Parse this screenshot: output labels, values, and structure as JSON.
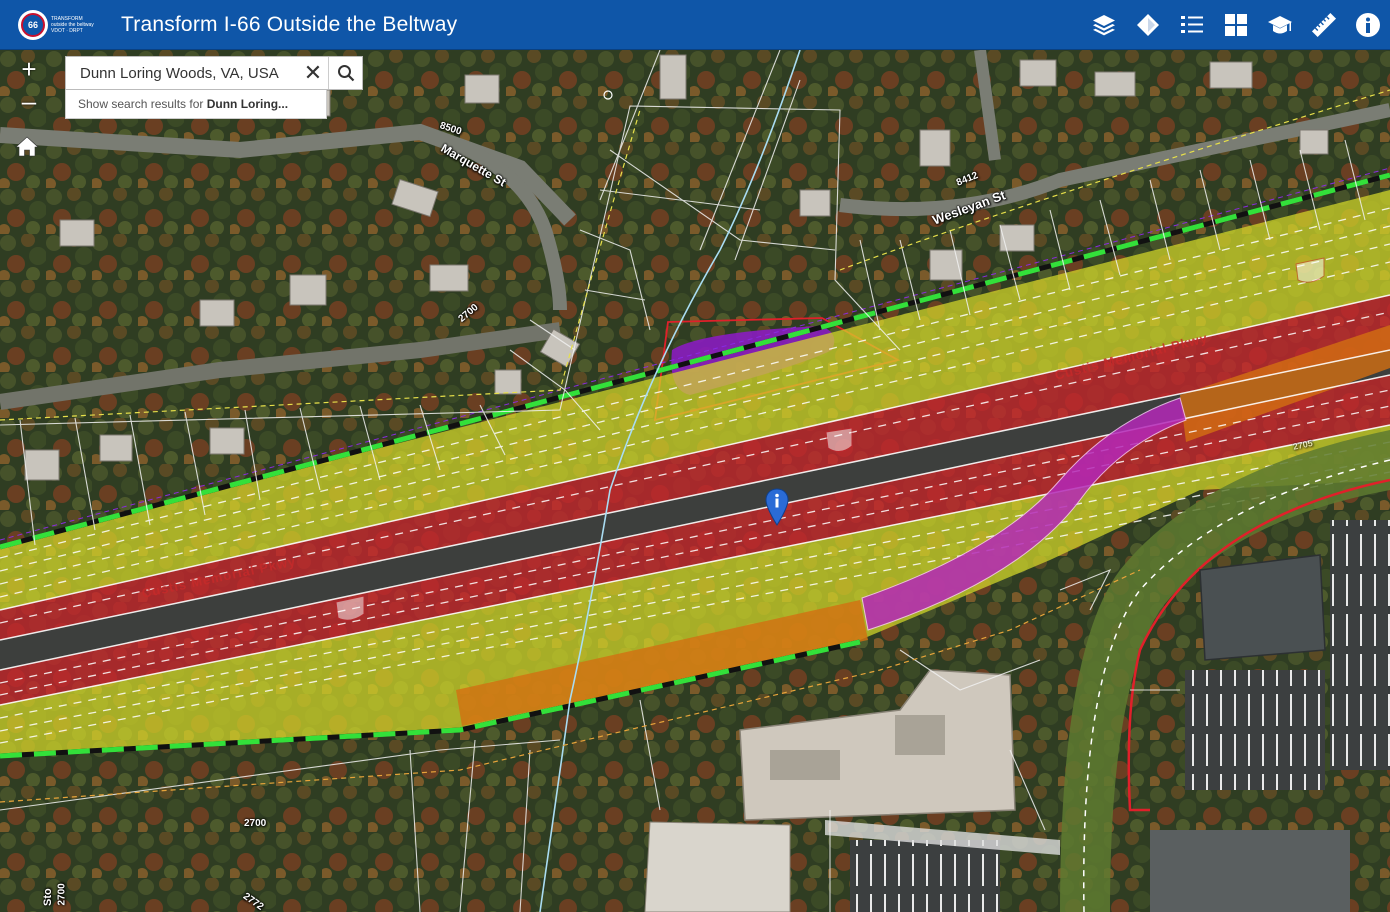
{
  "header": {
    "logo": {
      "shield_number": "66",
      "line1": "TRANSFORM",
      "line2": "outside the beltway",
      "line3": "VDOT · DRPT"
    },
    "title": "Transform I-66 Outside the Beltway",
    "tools": [
      "layers-icon",
      "basemap-icon",
      "legend-icon",
      "gallery-icon",
      "education-icon",
      "measure-icon",
      "info-icon"
    ]
  },
  "map": {
    "controls": {
      "zoom_in": "+",
      "zoom_out": "–"
    },
    "search": {
      "value": "Dunn Loring Woods, VA, USA",
      "clear": "✕",
      "suggestion_prefix": "Show search results for ",
      "suggestion_term": "Dunn Loring..."
    },
    "street_labels": {
      "marquette_number": "8500",
      "marquette": "Marquette St",
      "wesleyan_number": "8412",
      "wesleyan": "Wesleyan St",
      "n2700a": "2700",
      "n2700b": "2700",
      "n2700c": "2700",
      "n2772": "2772",
      "stone": "Sto",
      "n2705": "2705"
    },
    "road_labels": {
      "cutsix_lower": "Custis Memorial Pkwy",
      "cutsix_upper": "Custis Memorial Pkwy"
    },
    "colors": {
      "header": "#0f56a8",
      "managed_lanes": "#d6d92a",
      "general_lanes": "#c8242e",
      "ramp": "#b428b8",
      "construction": "#d36f12",
      "bike_trail": "#33e03a",
      "stormwater_pond": "#8a1cc0"
    }
  }
}
